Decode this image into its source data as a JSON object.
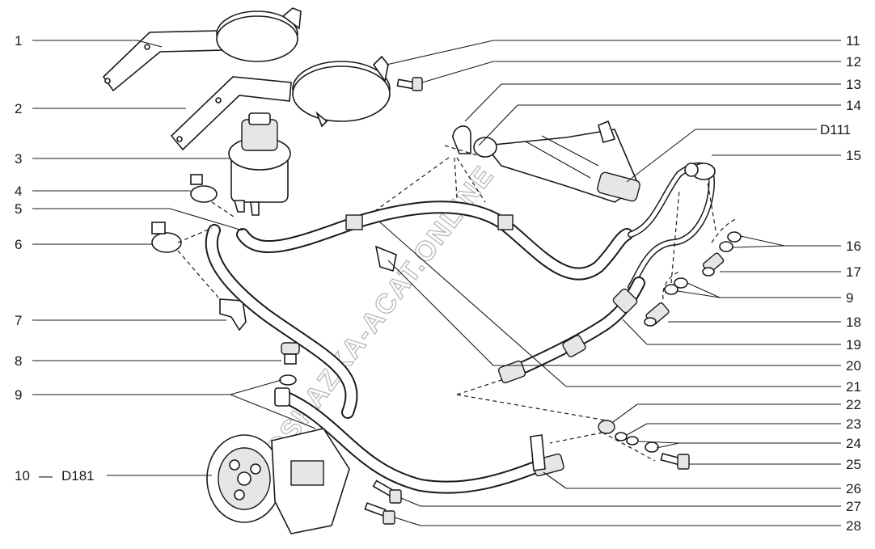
{
  "watermark": "AUTOSKAZKA-ACAT.ONLINE",
  "callouts_left": [
    {
      "num": "1"
    },
    {
      "num": "2"
    },
    {
      "num": "3"
    },
    {
      "num": "4"
    },
    {
      "num": "5"
    },
    {
      "num": "6"
    },
    {
      "num": "7"
    },
    {
      "num": "8"
    },
    {
      "num": "9"
    },
    {
      "num": "10",
      "ref": "D181"
    }
  ],
  "callouts_right": [
    {
      "num": "11"
    },
    {
      "num": "12"
    },
    {
      "num": "13"
    },
    {
      "num": "14"
    },
    {
      "num": "D111"
    },
    {
      "num": "15"
    },
    {
      "num": "16"
    },
    {
      "num": "17"
    },
    {
      "num": "9"
    },
    {
      "num": "18"
    },
    {
      "num": "19"
    },
    {
      "num": "20"
    },
    {
      "num": "21"
    },
    {
      "num": "22"
    },
    {
      "num": "23"
    },
    {
      "num": "24"
    },
    {
      "num": "25"
    },
    {
      "num": "26"
    },
    {
      "num": "27"
    },
    {
      "num": "28"
    }
  ],
  "callout_10_dash": "—",
  "colors": {
    "line": "#1a1a1a",
    "watermark": "#b8b8b8",
    "background": "#ffffff"
  }
}
